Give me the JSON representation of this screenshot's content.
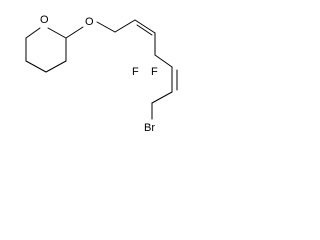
{
  "molecule": {
    "atoms": {
      "ring_oxygen": "O",
      "ether_oxygen": "O",
      "fluorine_1": "F",
      "fluorine_2": "F",
      "bromine": "Br"
    }
  },
  "colors": {
    "background": "#ffffff",
    "bond": "#000000",
    "label": "#000000"
  }
}
